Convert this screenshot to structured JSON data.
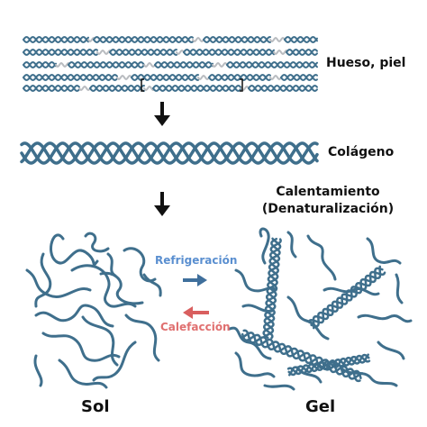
{
  "labels": {
    "bone_skin": "Hueso, piel",
    "collagen": "Colágeno",
    "heating_line1": "Calentamiento",
    "heating_line2": "(Denaturalización)",
    "cooling": "Refrigeración",
    "heating_reverse": "Calefacción",
    "sol": "Sol",
    "gel": "Gel"
  },
  "colors": {
    "strand": "#3f6f8c",
    "strand_light": "#b9bcc0",
    "cooling_text": "#5a8fd0",
    "cooling_arrow": "#3f6f9c",
    "heating_text": "#e07070",
    "heating_arrow": "#d95f5f",
    "flow_arrow": "#111111"
  },
  "icons": {
    "down_arrow_1": "arrow-down-icon",
    "down_arrow_2": "arrow-down-icon",
    "cooling_arrow": "arrow-right-icon",
    "heating_arrow": "arrow-left-icon"
  }
}
